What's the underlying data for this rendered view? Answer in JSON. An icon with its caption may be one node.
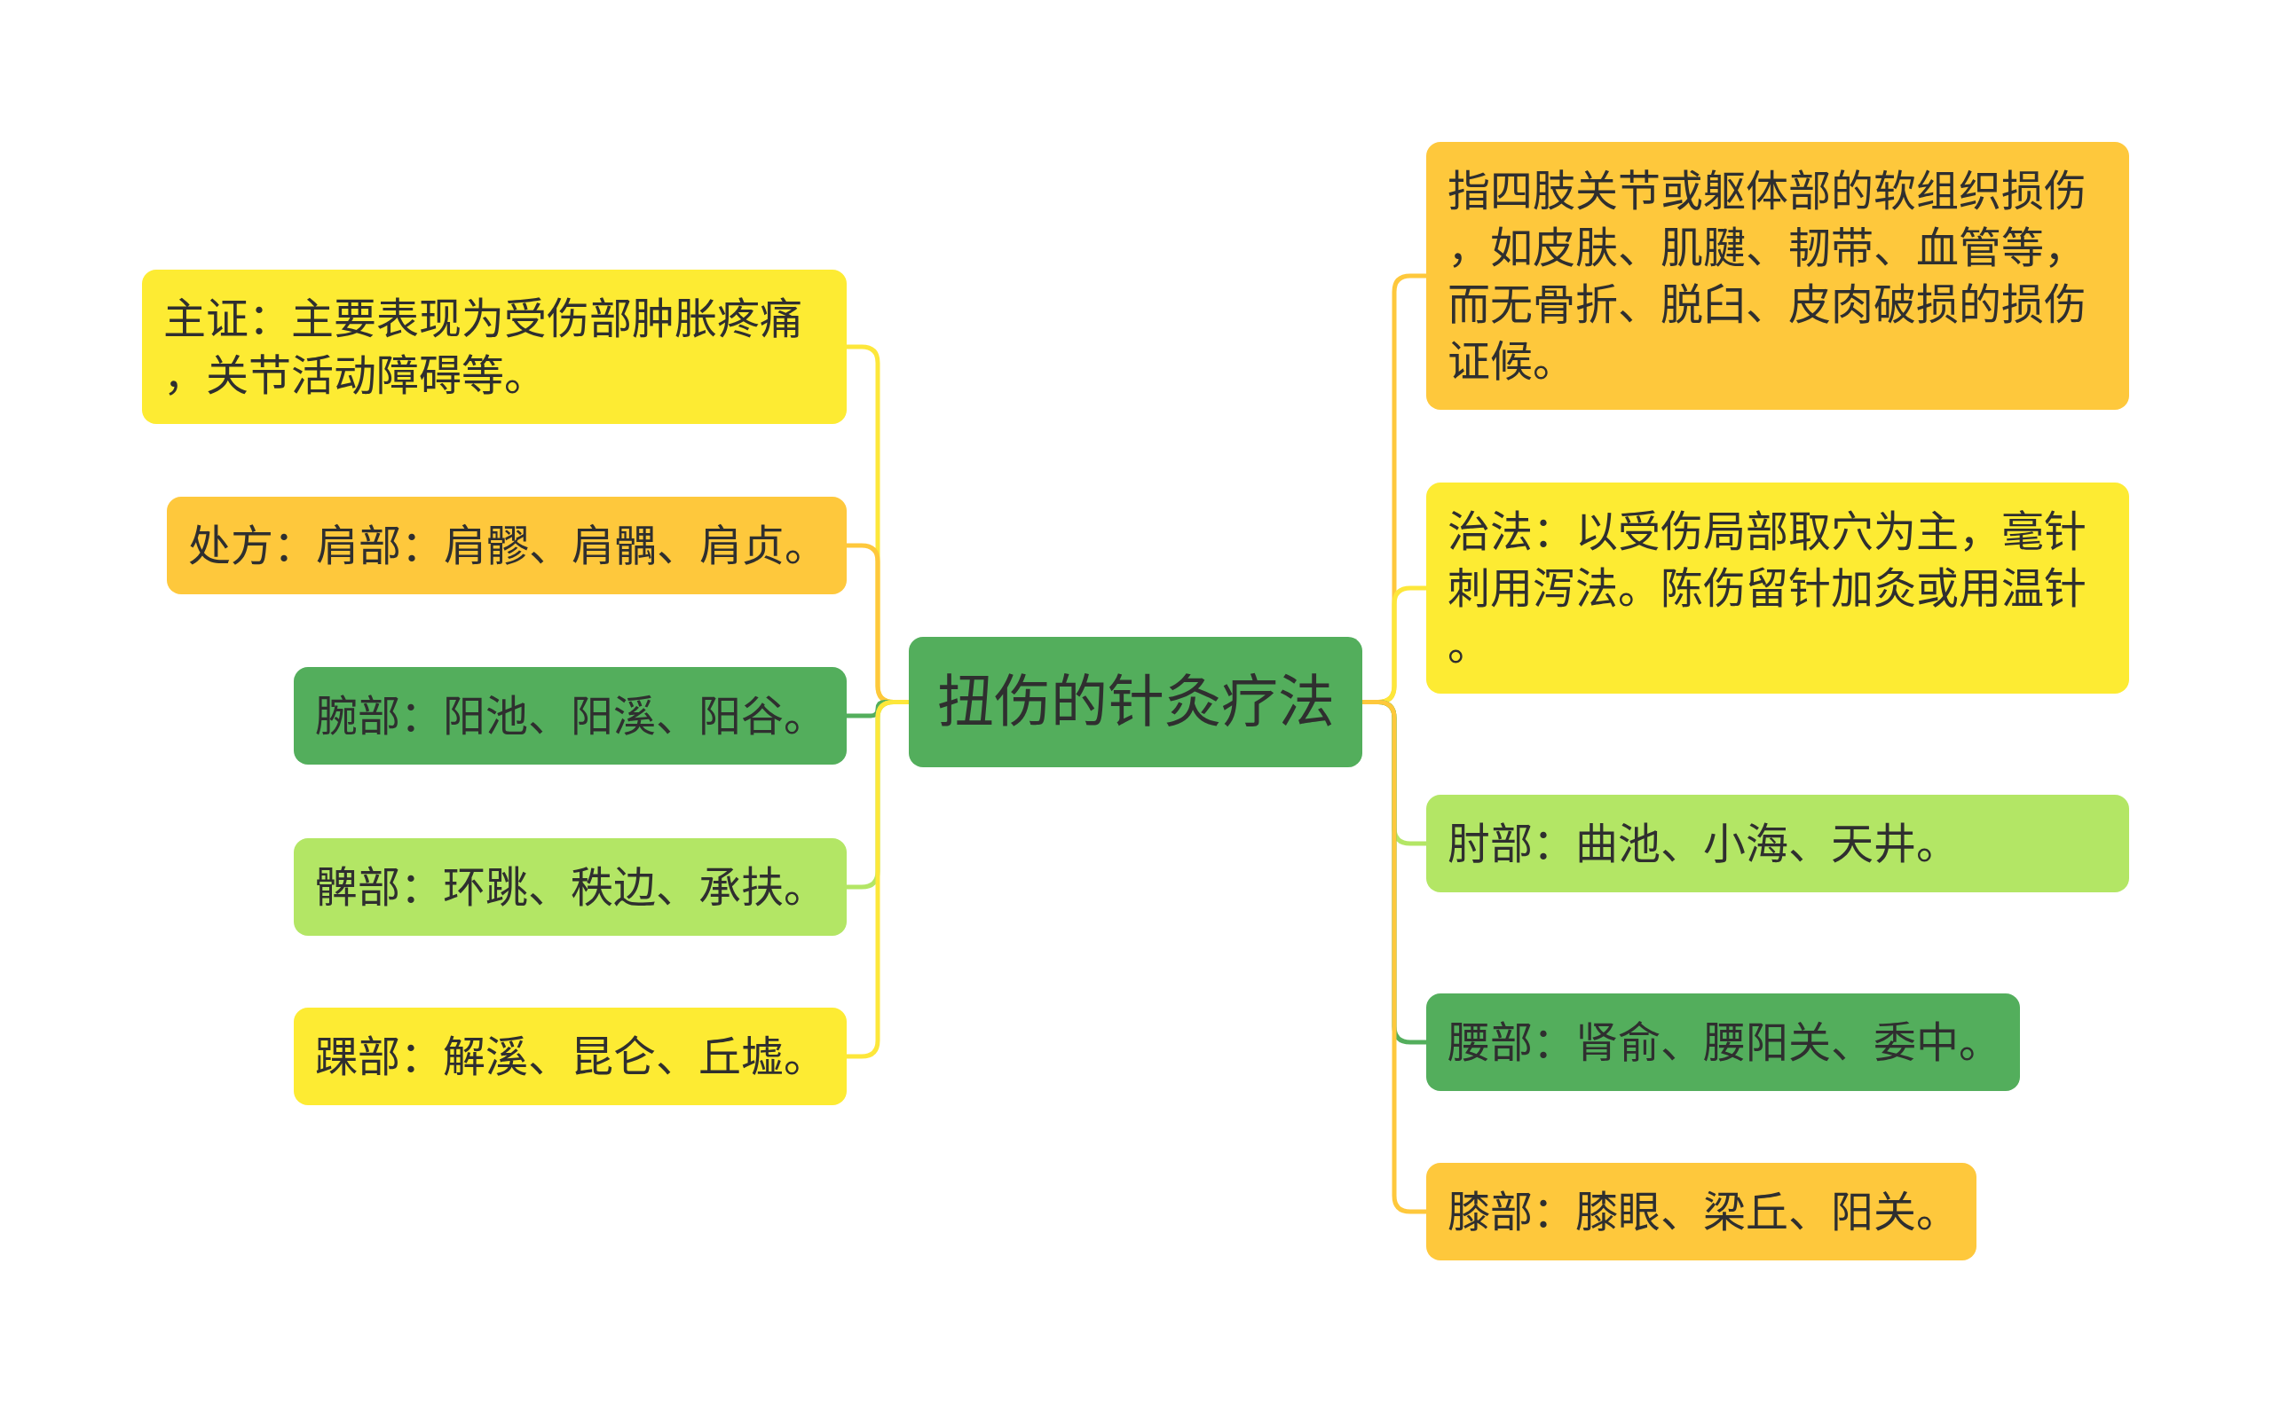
{
  "diagram": {
    "nodes": [
      {
        "text": [
          "扭伤的针灸疗法"
        ]
      },
      {
        "text": [
          "主证：主要表现为受伤部肿胀疼痛，关节活动障碍等。"
        ]
      },
      {
        "text": [
          "处方：肩部：肩髎、肩髃、肩贞。"
        ]
      },
      {
        "text": [
          "腕部：阳池、阳溪、阳谷。"
        ]
      },
      {
        "text": [
          "髀部：环跳、秩边、承扶。"
        ]
      },
      {
        "text": [
          "踝部：解溪、昆仑、丘墟。"
        ]
      },
      {
        "text": [
          "指四肢关节或躯体部的软组织损伤，如皮肤、肌腱、韧带、血管等，而无骨折、脱臼、皮肉破损的损伤证候。"
        ]
      },
      {
        "text": [
          "治法：以受伤局部取穴为主，毫针刺用泻法。陈伤留针加灸或用温针。"
        ]
      },
      {
        "text": [
          "肘部：曲池、小海、天井。"
        ]
      },
      {
        "text": [
          "腰部：肾俞、腰阳关、委中。"
        ]
      },
      {
        "text": [
          "膝部：膝眼、梁丘、阳关。"
        ]
      }
    ],
    "edges": [
      {
        "from": 0,
        "to": 1,
        "arrow": "none"
      },
      {
        "from": 0,
        "to": 2,
        "arrow": "none",
        "color": "#fec83c"
      },
      {
        "from": 0,
        "to": 3,
        "arrow": "none",
        "color": "#53ae5c"
      },
      {
        "from": 0,
        "to": 4,
        "arrow": "none",
        "color": "#b3e665"
      },
      {
        "from": 0,
        "to": 5,
        "arrow": "none"
      },
      {
        "from": 0,
        "to": 6,
        "arrow": "none",
        "color": "#fec83c"
      },
      {
        "from": 0,
        "to": 7,
        "arrow": "none"
      },
      {
        "from": 0,
        "to": 8,
        "arrow": "none",
        "color": "#b3e665"
      },
      {
        "from": 0,
        "to": 9,
        "arrow": "none",
        "color": "#53ae5c"
      },
      {
        "from": 0,
        "to": 10,
        "arrow": "none",
        "color": "#fec83c"
      }
    ]
  }
}
